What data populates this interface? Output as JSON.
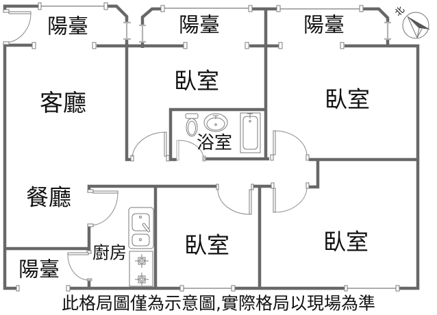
{
  "floor_plan": {
    "rooms": {
      "balcony_top_left": "陽臺",
      "balcony_top_middle": "陽臺",
      "balcony_top_right": "陽臺",
      "living_room": "客廳",
      "bedroom_top_middle": "臥室",
      "bedroom_top_right": "臥室",
      "bathroom": "浴室",
      "dining_room": "餐廳",
      "kitchen": "廚房",
      "balcony_bottom_left": "陽臺",
      "bedroom_bottom_middle": "臥室",
      "bedroom_bottom_right": "臥室"
    },
    "compass": {
      "label": "北",
      "icon": "compass-icon"
    },
    "fixtures": {
      "toilet": "toilet-icon",
      "bathroom_sink": "sink-icon",
      "bathtub": "bathtub-icon",
      "kitchen_sink": "kitchen-sink-icon",
      "stove": "stove-icon"
    },
    "caption": "此格局圖僅為示意圖,實際格局以現場為準"
  },
  "colors": {
    "wall": "#686868",
    "window": "#7a7a7a",
    "sliding_door": "#b3b3b3",
    "door_arc": "#8a8a8a",
    "text": "#111111",
    "background": "#ffffff"
  }
}
